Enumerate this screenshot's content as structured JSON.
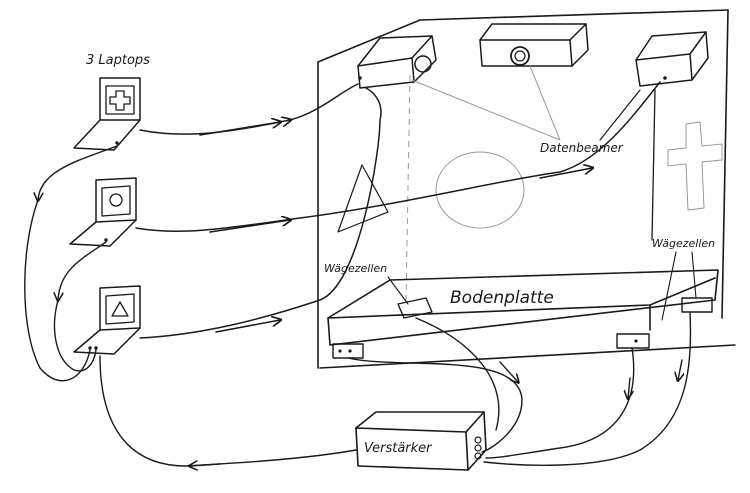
{
  "labels": {
    "laptops": "3 Laptops",
    "beamer": "Datenbeamer",
    "load_cells_left": "Wägezellen",
    "load_cells_right": "Wägezellen",
    "floor_plate": "Bodenplatte",
    "amplifier": "Verstärker"
  },
  "icons": {
    "laptop_top": "cross-icon",
    "laptop_middle": "circle-icon",
    "laptop_bottom": "triangle-icon"
  },
  "colors": {
    "ink": "#1a1a1a",
    "faint": "#9a9a9a",
    "paper": "#ffffff"
  }
}
